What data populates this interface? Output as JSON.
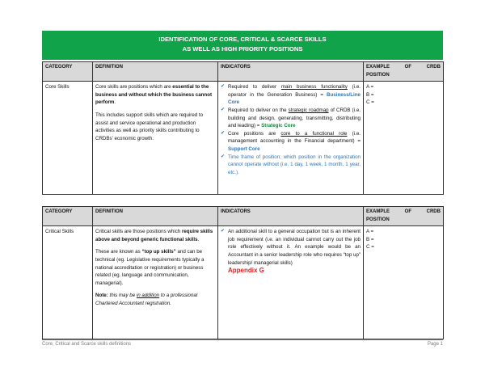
{
  "banner": {
    "line1": "IDENTIFICATION OF CORE, CRITICAL & SCARCE SKILLS",
    "line2": "AS WELL AS HIGH PRIORITY POSITIONS"
  },
  "headers": {
    "category": "CATEGORY",
    "definition": "DEFINITION",
    "indicators": "INDICATORS",
    "example_word1": "EXAMPLE",
    "example_word2": "OF",
    "example_word3": "CRDB",
    "example_word4": "POSITION"
  },
  "core": {
    "category": "Core Skills",
    "def_p1_a": "Core skills are positions which are ",
    "def_p1_b": "essential to the business and without which the business cannot perform",
    "def_p1_c": ".",
    "def_p2": "This includes support skills which are required to assist and service operational and production activities as well as priority skills contributing to CRDBs’ economic growth.",
    "ind1_a": "Required to deliver ",
    "ind1_b": "main business functionality",
    "ind1_c": " (i.e. operator in the Generation Business) = ",
    "ind1_d": "Business/Line Core",
    "ind2_a": "Required to deliver on the ",
    "ind2_b": "strategic roadmap",
    "ind2_c": " of CRDB (i.e. building and design, generating, transmitting, distributing and leading) = ",
    "ind2_d": "Strategic Core",
    "ind3_a": "Core positions are ",
    "ind3_b": "core to a functional role",
    "ind3_c": " (i.e. management accounting in the Financial department) = ",
    "ind3_d": "Support Core",
    "ind4": "Time frame of position; which position in the organization cannot operate without (i.e. 1 day, 1 week, 1 month, 1 year, etc.).",
    "ex_a": "A =",
    "ex_b": "B =",
    "ex_c": "C ="
  },
  "critical": {
    "category": "Critical Skills",
    "def_p1_a": "Critical skills are those positions which ",
    "def_p1_b": "require skills above and beyond generic functional skills",
    "def_p1_c": ".",
    "def_p2_a": "These are known as ",
    "def_p2_b": "“top up skills”",
    "def_p2_c": " and can be technical (eg. Legislative requirements typically a national accreditation or registration) or business related (eg. language and communication, managerial).",
    "note_label": "Note:",
    "note_a": " this may be ",
    "note_b": "in addition",
    "note_c": " to a professional Chartered Accountant registration.",
    "ind1": "An additional skill to a general occupation but is an inherent job requirement (i.e. an individual cannot carry out the job role effectively without it. An example would be an Accountant in a senior leadership role who requires “top up” leadership/ managerial skills)",
    "appendix": "Appendix G",
    "ex_a": "A =",
    "ex_b": "B =",
    "ex_c": "C ="
  },
  "footer": {
    "left": "Core, Critical and Scarce skills definitions",
    "right": "Page 1"
  }
}
